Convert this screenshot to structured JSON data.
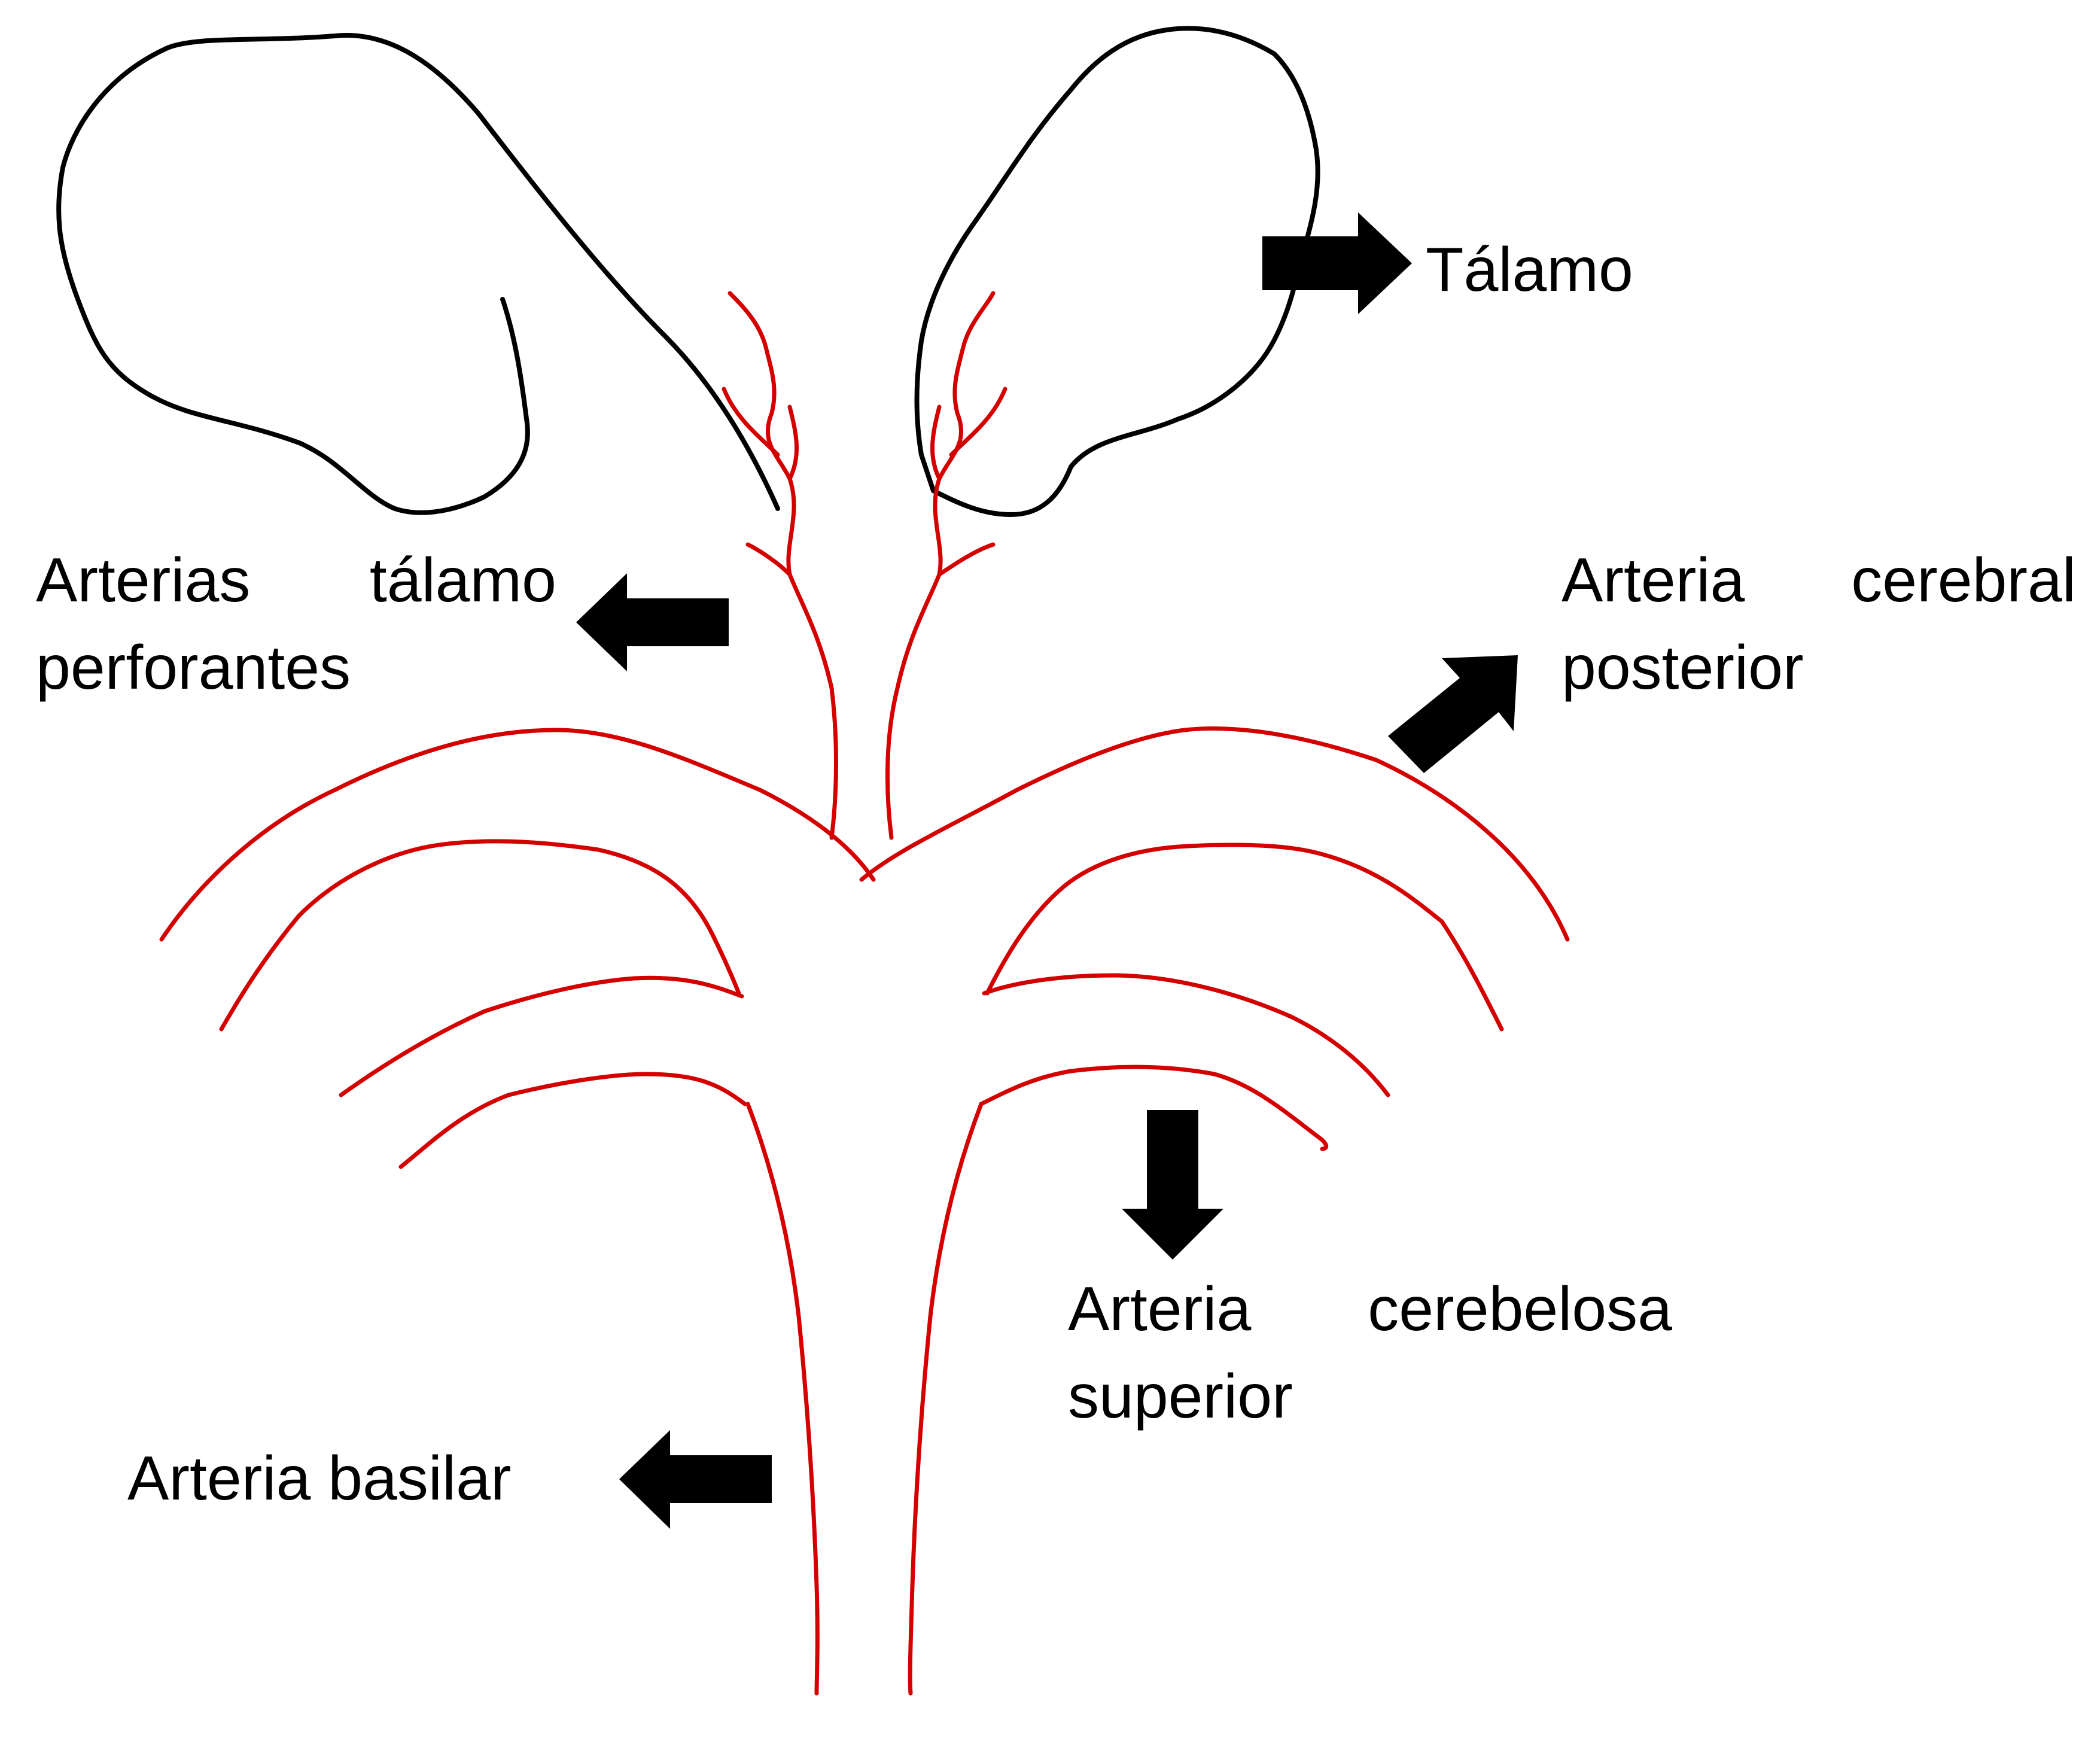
{
  "labels": {
    "talamo": "Tálamo",
    "perforantes": {
      "line1_a": "Arterias",
      "line1_b": "tálamo",
      "line2": "perforantes"
    },
    "cerebral_posterior": {
      "line1_a": "Arteria",
      "line1_b": "cerebral",
      "line2": "posterior"
    },
    "cerebelosa_superior": {
      "line1_a": "Arteria",
      "line1_b": "cerebelosa",
      "line2": "superior"
    },
    "basilar": "Arteria basilar"
  },
  "colors": {
    "vessel": "#d40000",
    "outline": "#000000",
    "arrow": "#000000",
    "background": "#ffffff"
  }
}
